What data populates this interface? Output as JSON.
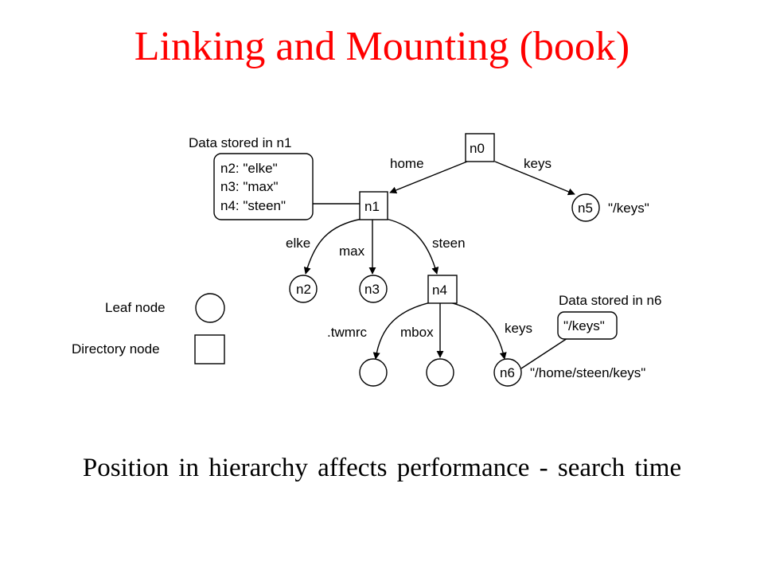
{
  "title": "Linking and Mounting (book)",
  "caption": "Position in hierarchy affects performance - search time",
  "diagram": {
    "nodes": {
      "n0": "n0",
      "n1": "n1",
      "n2": "n2",
      "n3": "n3",
      "n4": "n4",
      "n5": "n5",
      "n6": "n6"
    },
    "edges": {
      "home": "home",
      "keys_top": "keys",
      "elke": "elke",
      "max": "max",
      "steen": "steen",
      "twmrc": ".twmrc",
      "mbox": "mbox",
      "keys_bottom": "keys"
    },
    "n1_data": {
      "heading": "Data stored in n1",
      "lines": [
        "n2: \"elke\"",
        "n3: \"max\"",
        "n4: \"steen\""
      ]
    },
    "n6_data": {
      "heading": "Data stored in n6",
      "value": "\"/keys\""
    },
    "n5_path": "\"/keys\"",
    "n6_path": "\"/home/steen/keys\"",
    "legend": {
      "leaf": "Leaf node",
      "directory": "Directory node"
    }
  }
}
